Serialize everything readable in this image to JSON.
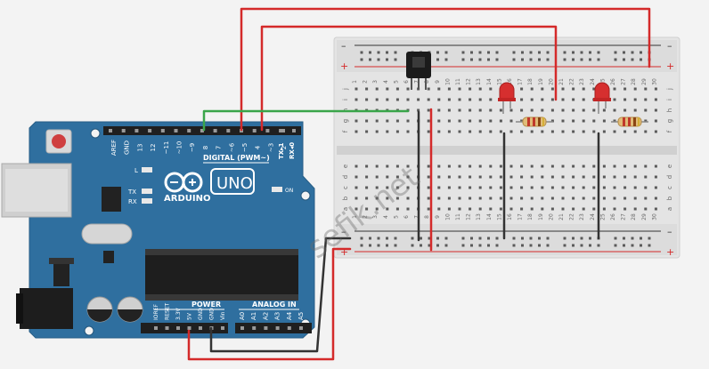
{
  "board": {
    "brand": "ARDUINO",
    "model": "UNO",
    "digital_label": "DIGITAL (PWM~)",
    "power_label": "POWER",
    "analog_label": "ANALOG IN",
    "tx_label": "TX",
    "rx_label": "RX",
    "led_l_label": "L",
    "on_label": "ON",
    "tx1_label": "TX▸1",
    "rx0_label": "RX◂0",
    "digital_pins": [
      "AREF",
      "GND",
      "13",
      "12",
      "~11",
      "~10",
      "~9",
      "8",
      "7",
      "~6",
      "~5",
      "4",
      "~3",
      "2"
    ],
    "power_pins": [
      "IOREF",
      "RESET",
      "3.3V",
      "5V",
      "GND",
      "GND",
      "Vin"
    ],
    "analog_pins": [
      "A0",
      "A1",
      "A2",
      "A3",
      "A4",
      "A5"
    ]
  },
  "breadboard": {
    "columns": [
      "1",
      "2",
      "3",
      "4",
      "5",
      "6",
      "7",
      "8",
      "9",
      "10",
      "11",
      "12",
      "13",
      "14",
      "15",
      "16",
      "17",
      "18",
      "19",
      "20",
      "21",
      "22",
      "23",
      "24",
      "25",
      "26",
      "27",
      "28",
      "29",
      "30"
    ],
    "top_rows": [
      "j",
      "i",
      "h",
      "g",
      "f"
    ],
    "bottom_rows": [
      "e",
      "d",
      "c",
      "b",
      "a"
    ],
    "rail_minus": "–",
    "rail_plus": "+"
  },
  "watermark": "sefik.net",
  "colors": {
    "wire_red": "#d42a2a",
    "wire_green": "#3aa54a",
    "wire_dark": "#333333",
    "board_blue": "#2f6f9f",
    "led_red": "#d62f2f"
  }
}
